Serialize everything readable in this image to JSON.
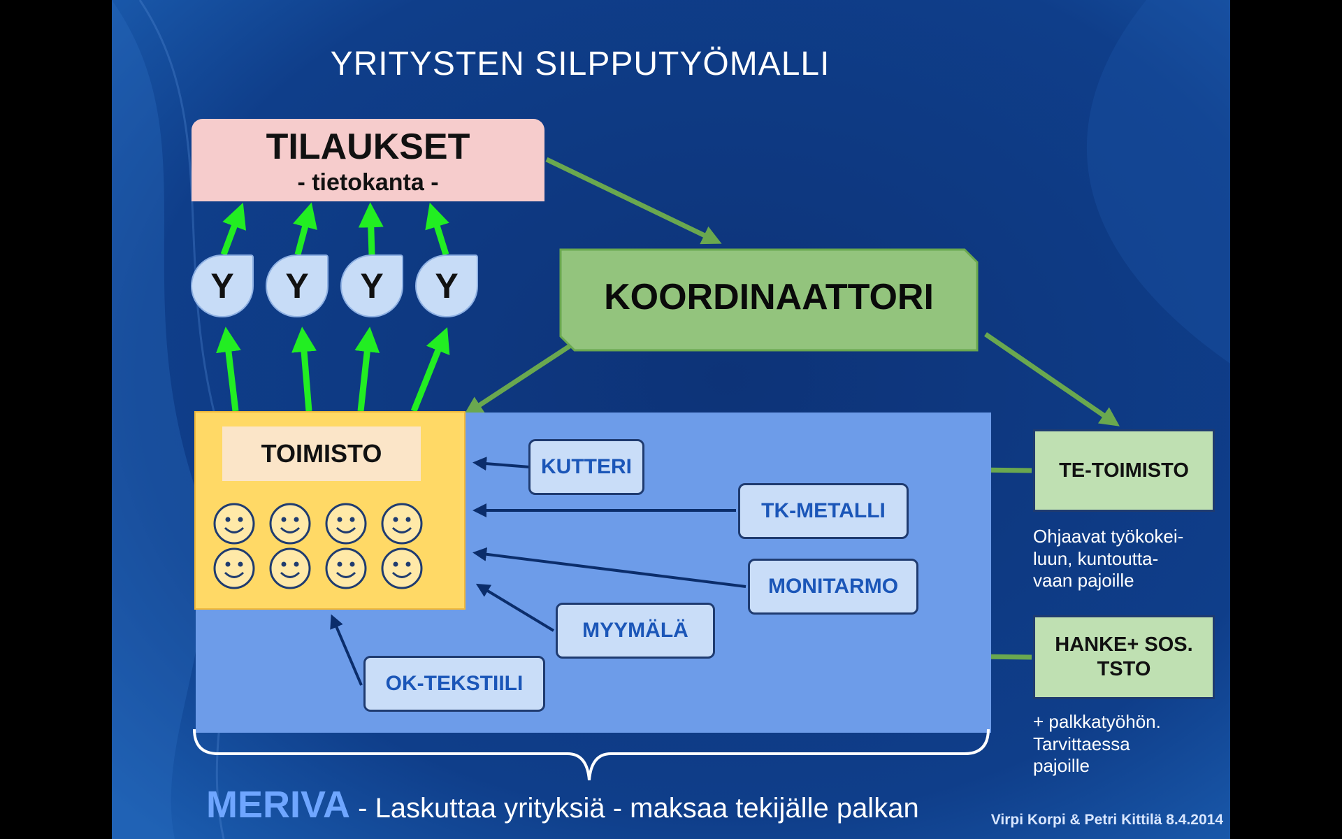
{
  "title": "YRITYSTEN SILPPUTYÖMALLI",
  "tilaukset": {
    "title": "TILAUKSET",
    "subtitle": "- tietokanta -"
  },
  "y_nodes": [
    "Y",
    "Y",
    "Y",
    "Y"
  ],
  "koordinaattori": "KOORDINAATTORI",
  "toimisto": {
    "label": "TOIMISTO",
    "smiley_count": 8
  },
  "companies": {
    "kutteri": "KUTTERI",
    "tk_metalli": "TK-METALLI",
    "monitarmo": "MONITARMO",
    "myymala": "MYYMÄLÄ",
    "ok_tekstiili": "OK-TEKSTIILI"
  },
  "te_toimisto": {
    "label": "TE-TOIMISTO",
    "note": [
      "Ohjaavat työkokei-",
      "luun, kuntoutta-",
      "vaan pajoille"
    ]
  },
  "hanke": {
    "label": [
      "HANKE+ SOS.",
      "TSTO"
    ],
    "note": [
      "+ palkkatyöhön.",
      "Tarvittaessa",
      "pajoille"
    ]
  },
  "footer": {
    "meriva": "MERIVA",
    "text": " - Laskuttaa yrityksiä - maksaa tekijälle palkan"
  },
  "credit": "Virpi Korpi & Petri Kittilä 8.4.2014",
  "colors": {
    "background": "#0e3a82",
    "tilaukset": "#f6cccc",
    "koordinaattori": "#93c47d",
    "meriva_area": "#6d9ce9",
    "toimisto": "#ffd966",
    "company_box": "#c9ddf8",
    "company_text": "#1b56b8",
    "side_box": "#bfe0b2",
    "green_arrow": "#22ee22",
    "olive_arrow": "#6aa84f",
    "navy_arrow": "#0b2d6b",
    "meriva_text": "#6fa6ff"
  }
}
